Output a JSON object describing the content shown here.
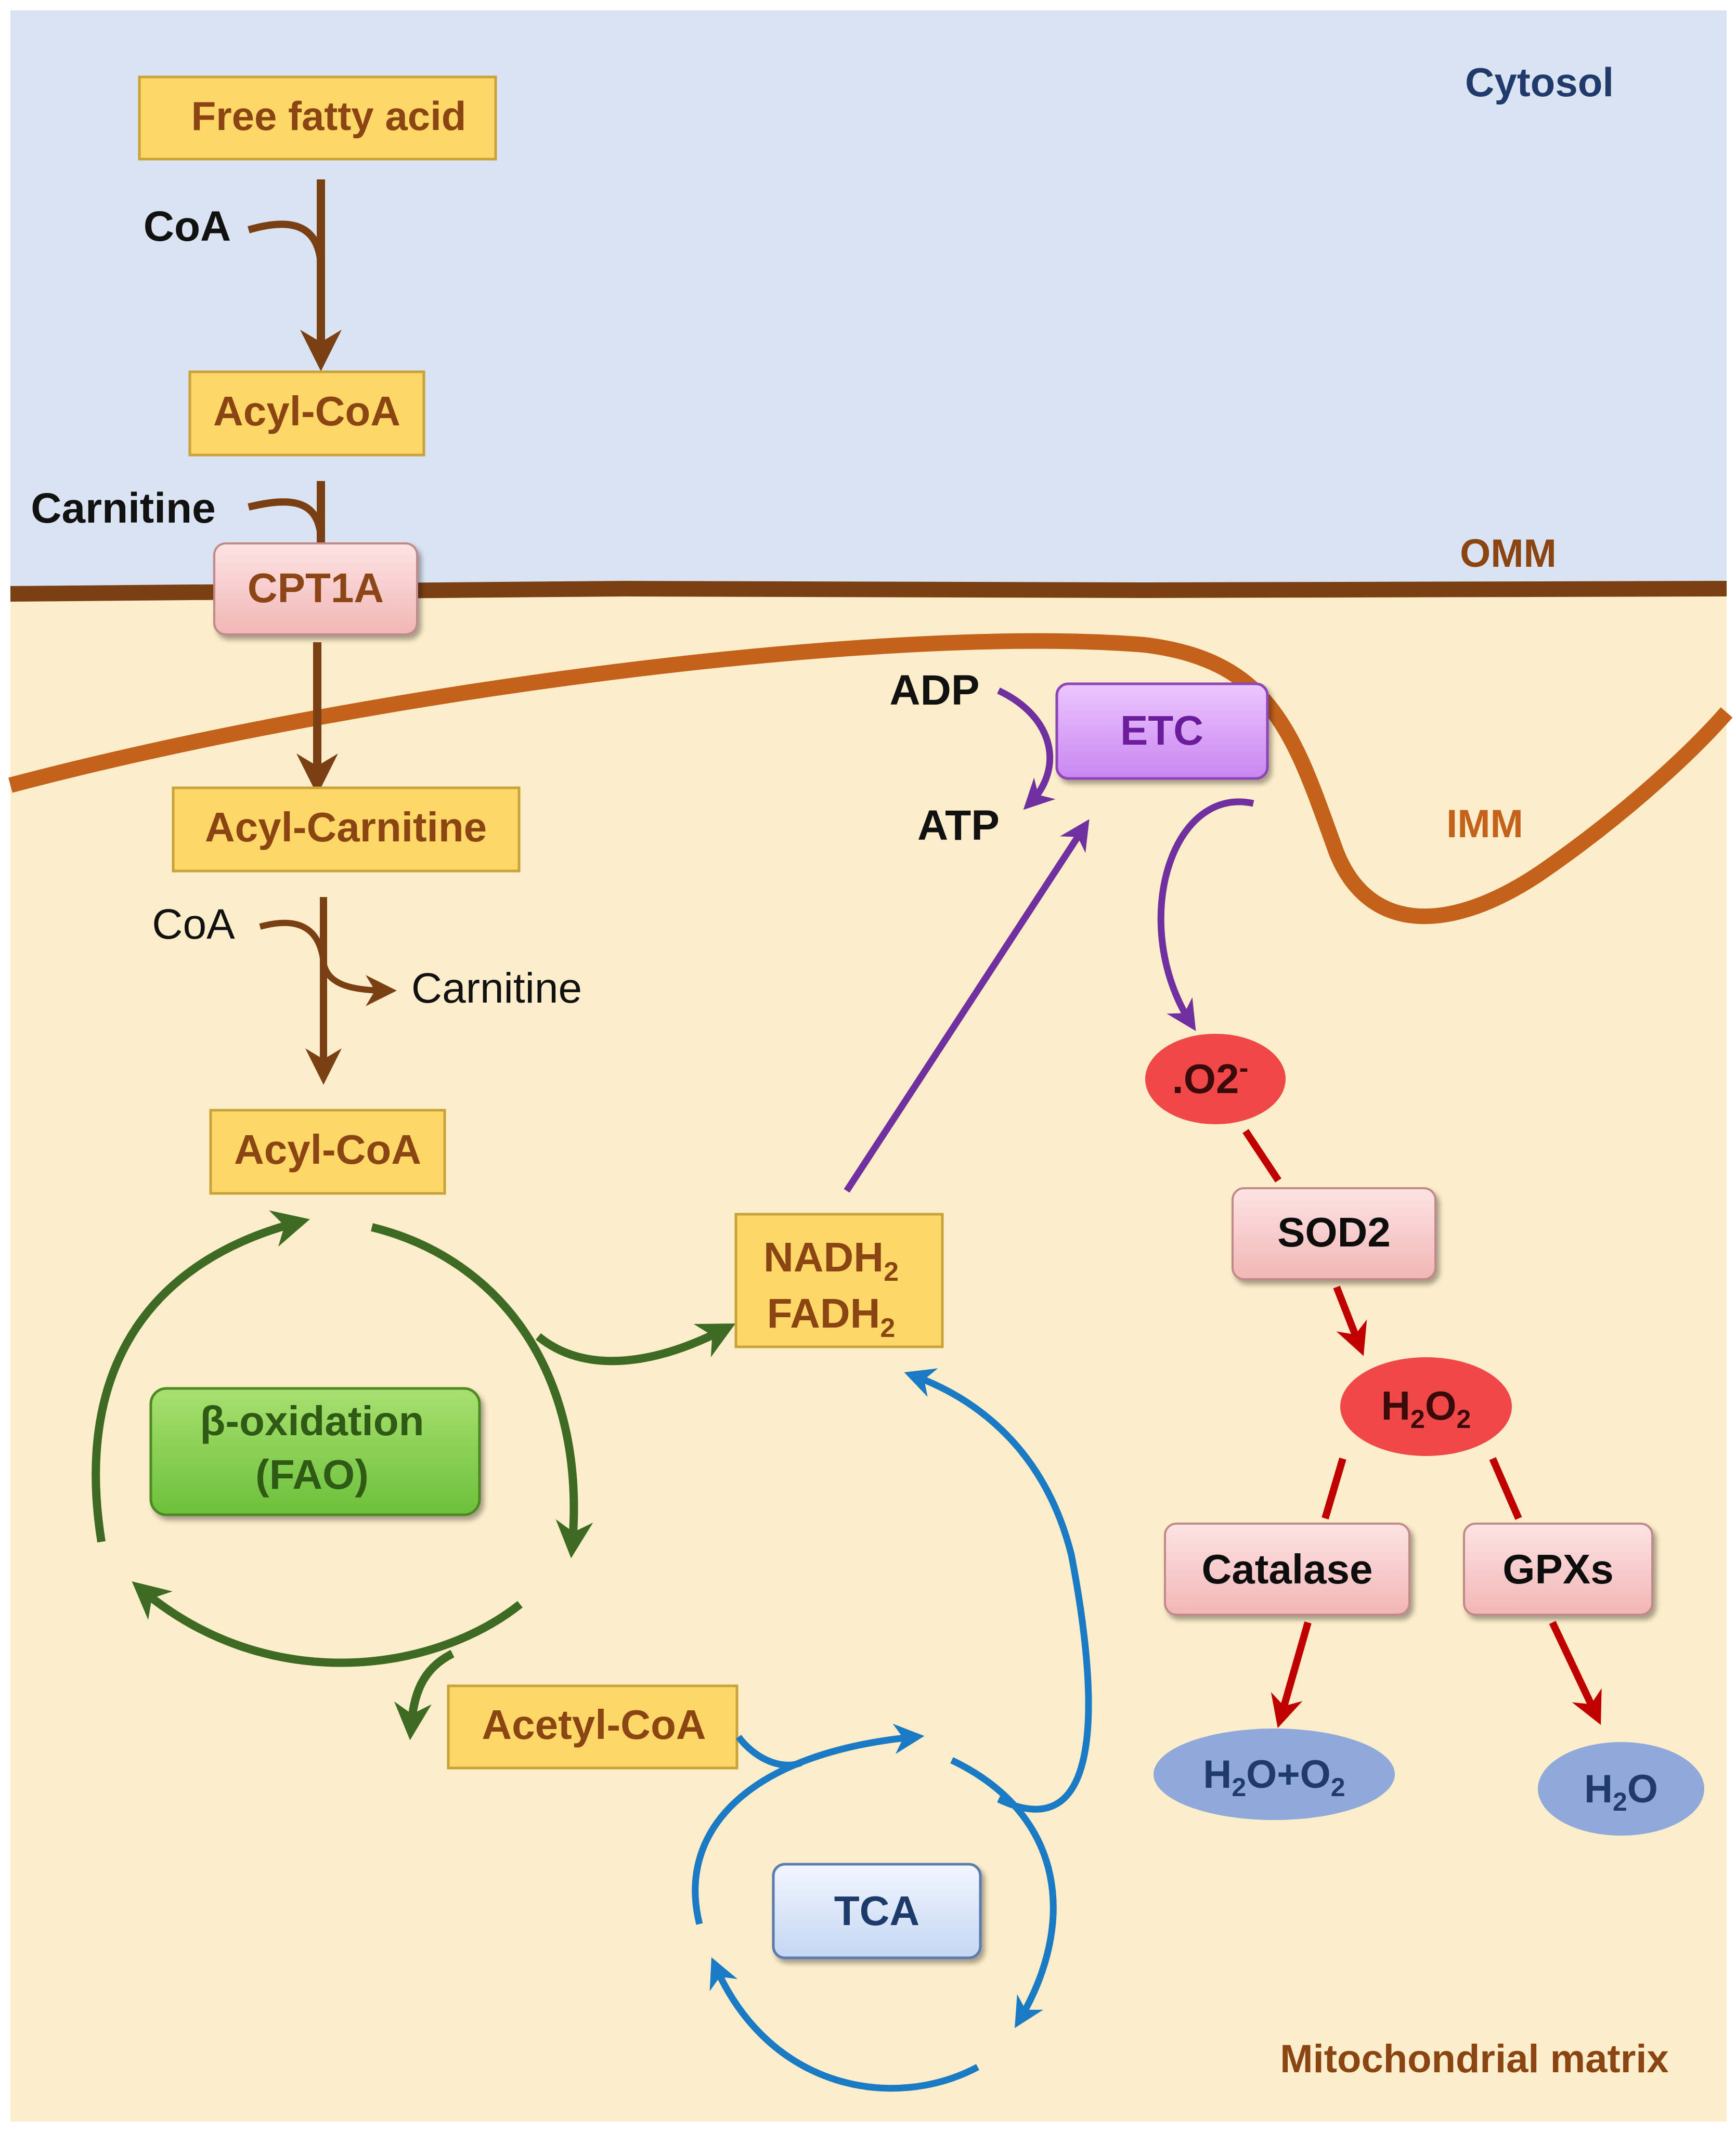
{
  "regions": {
    "cytosol": "Cytosol",
    "omm": "OMM",
    "imm": "IMM",
    "matrix": "Mitochondrial matrix"
  },
  "fatty_acid_pathway": {
    "free_fatty_acid": "Free fatty acid",
    "coa_in": "CoA",
    "acyl_coa_cytosol": "Acyl-CoA",
    "carnitine_in": "Carnitine",
    "cpt1a": "CPT1A",
    "acyl_carnitine": "Acyl-Carnitine",
    "coa_matrix": "CoA",
    "carnitine_out": "Carnitine",
    "acyl_coa_matrix": "Acyl-CoA"
  },
  "beta_oxidation": {
    "line1": "β-oxidation",
    "line2": "(FAO)",
    "acetyl_coa": "Acetyl-CoA"
  },
  "reducing_equivalents": {
    "nadh": "NADH",
    "nadh_sub": "2",
    "fadh": "FADH",
    "fadh_sub": "2"
  },
  "tca": {
    "label": "TCA"
  },
  "etc": {
    "label": "ETC",
    "adp": "ADP",
    "atp": "ATP"
  },
  "ros": {
    "superoxide": ".O2",
    "superoxide_sup": "-",
    "sod2": "SOD2",
    "h2o2": {
      "h": "H",
      "sub1": "2",
      "o": "O",
      "sub2": "2"
    },
    "catalase": "Catalase",
    "gpxs": "GPXs",
    "h2o_o2": {
      "h": "H",
      "sub1": "2",
      "o_plus": "O+O",
      "sub2": "2"
    },
    "h2o": {
      "h": "H",
      "sub1": "2",
      "o": "O"
    }
  },
  "colors": {
    "cytosol_bg": "#dae3f2",
    "matrix_bg": "#fdeecb",
    "membrane_outer": "#7b3f14",
    "membrane_inner": "#c4621c",
    "metabolite_box": "#fdd868",
    "metabolite_text": "#8b4513",
    "enzyme_box": "#f7c9c9",
    "fao_green": "#8fd14f",
    "green_arrow": "#3e6b24",
    "blue_arrow": "#1a7ac4",
    "purple_arrow": "#7030a0",
    "red_arrow": "#c00000",
    "ros_red": "#f04848",
    "product_blue": "#8fa9dc"
  }
}
